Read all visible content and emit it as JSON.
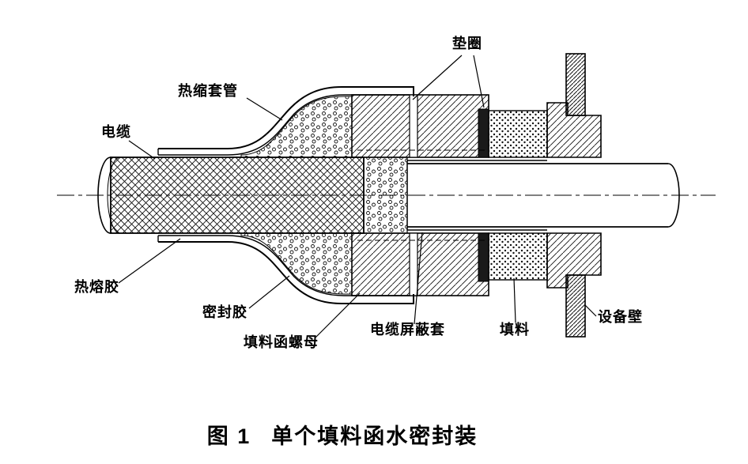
{
  "figure": {
    "caption": {
      "number": "图 1",
      "title": "单个填料函水密封装"
    },
    "labels": {
      "cable": "电缆",
      "heat_shrink_tube": "热缩套管",
      "washer": "垫圈",
      "hot_melt_adhesive": "热熔胶",
      "sealant": "密封胶",
      "gland_nut": "填料函螺母",
      "cable_shield_sleeve": "电缆屏蔽套",
      "packing": "填料",
      "equipment_wall": "设备壁"
    },
    "colors": {
      "line": "#000000",
      "background": "#ffffff",
      "dark_washer": "#1a1a1a"
    }
  }
}
